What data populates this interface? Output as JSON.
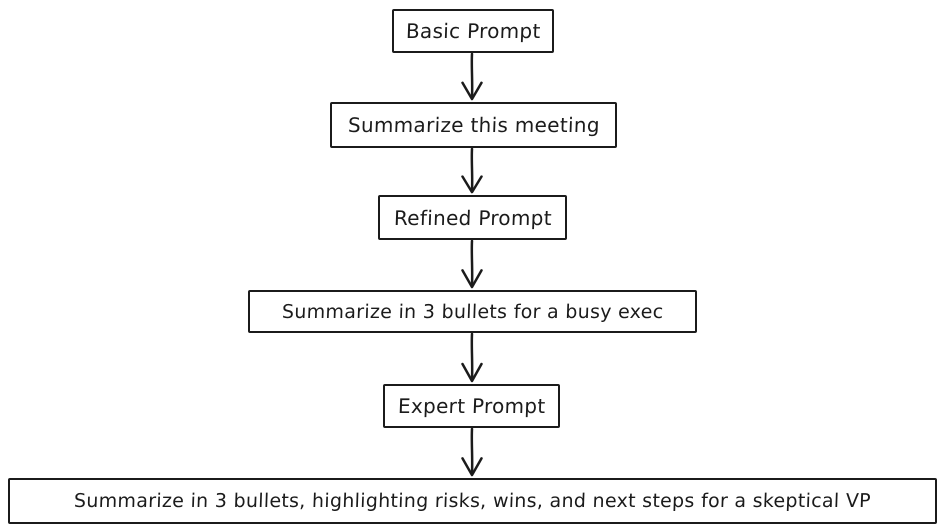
{
  "diagram": {
    "type": "flowchart",
    "direction": "top-down",
    "colors": {
      "stroke": "#1b1b1b",
      "node_fill": "#ffffff",
      "background": "#ffffff"
    },
    "nodes": [
      {
        "id": "basic-prompt",
        "label": "Basic Prompt"
      },
      {
        "id": "basic-example",
        "label": "Summarize this meeting"
      },
      {
        "id": "refined-prompt",
        "label": "Refined Prompt"
      },
      {
        "id": "refined-example",
        "label": "Summarize in 3 bullets for a busy exec"
      },
      {
        "id": "expert-prompt",
        "label": "Expert Prompt"
      },
      {
        "id": "expert-example",
        "label": "Summarize in 3 bullets, highlighting risks, wins, and next steps for a skeptical VP"
      }
    ],
    "edges": [
      {
        "from": "basic-prompt",
        "to": "basic-example"
      },
      {
        "from": "basic-example",
        "to": "refined-prompt"
      },
      {
        "from": "refined-prompt",
        "to": "refined-example"
      },
      {
        "from": "refined-example",
        "to": "expert-prompt"
      },
      {
        "from": "expert-prompt",
        "to": "expert-example"
      }
    ]
  }
}
